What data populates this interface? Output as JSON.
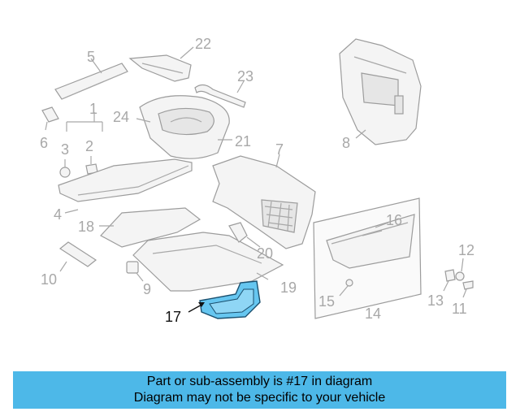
{
  "callouts": {
    "c1": "1",
    "c2": "2",
    "c3": "3",
    "c4": "4",
    "c5": "5",
    "c6": "6",
    "c7": "7",
    "c8": "8",
    "c9": "9",
    "c10": "10",
    "c11": "11",
    "c12": "12",
    "c13": "13",
    "c14": "14",
    "c15": "15",
    "c16": "16",
    "c17": "17",
    "c18": "18",
    "c19": "19",
    "c20": "20",
    "c21": "21",
    "c22": "22",
    "c23": "23",
    "c24": "24"
  },
  "highlight": {
    "part_number": "17",
    "color": "#66c6f0"
  },
  "banner": {
    "line1": "Part or sub-assembly is #17 in diagram",
    "line2": "Diagram may not be specific to your vehicle",
    "color": "#4db8e8"
  }
}
